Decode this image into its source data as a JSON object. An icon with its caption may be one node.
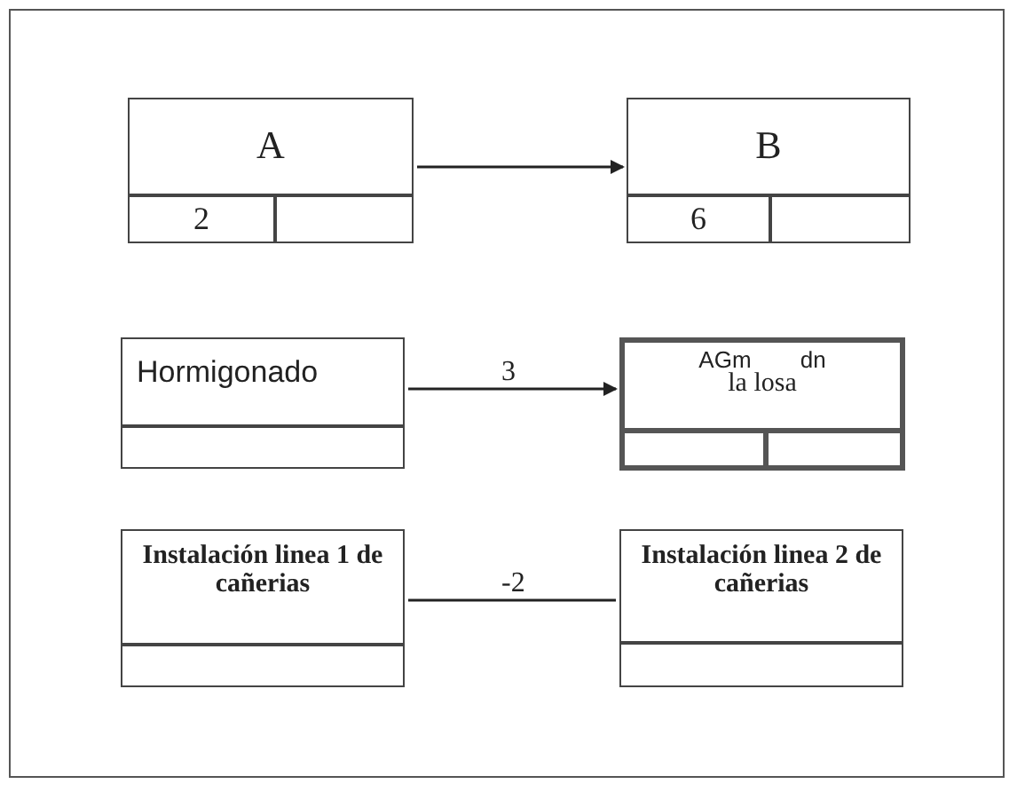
{
  "diagram": {
    "nodes": [
      {
        "text": [
          "A",
          "2"
        ]
      },
      {
        "text": [
          "B",
          "6"
        ]
      },
      {
        "text": [
          "Hormigonado"
        ]
      },
      {
        "text": [
          "AGm dn",
          "la losa"
        ]
      },
      {
        "text": [
          "Instalación linea 1 de cañerias"
        ]
      },
      {
        "text": [
          "Instalación linea 2 de cañerias"
        ]
      }
    ],
    "edges": [
      {
        "from": 0,
        "to": 1,
        "arrow": "to"
      },
      {
        "from": 2,
        "to": 3,
        "arrow": "to",
        "label": "3"
      },
      {
        "from": 4,
        "to": 5,
        "arrow": "none",
        "label": "-2"
      }
    ]
  }
}
